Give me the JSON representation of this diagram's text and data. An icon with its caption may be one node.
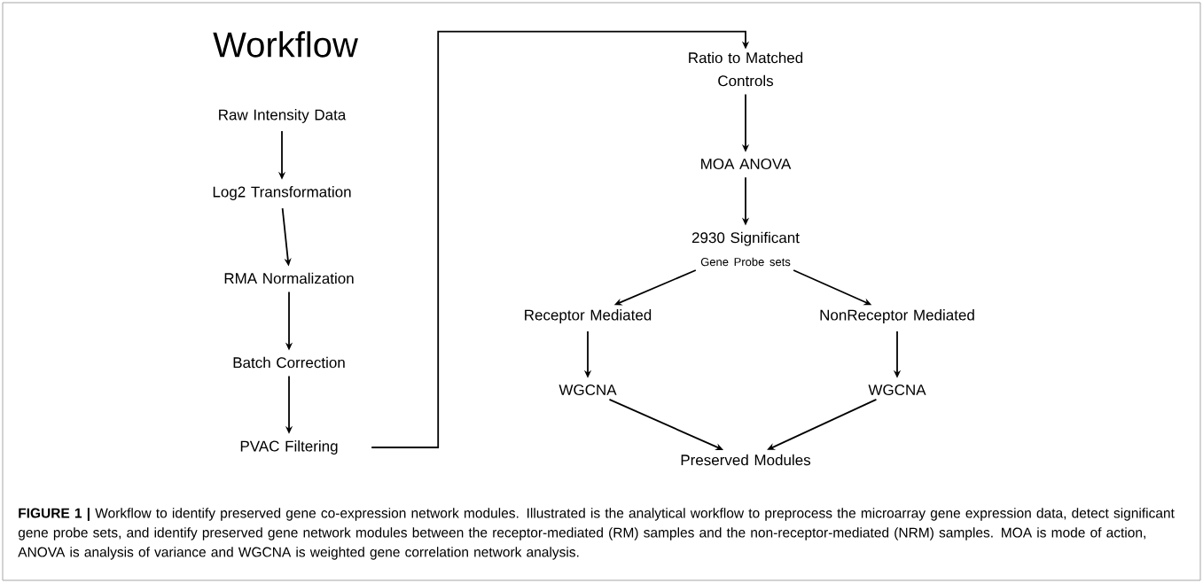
{
  "diagram": {
    "title": "Workflow",
    "caption": "**FIGURE 1 |** Workflow to identify preserved gene co-expression network modules. Illustrated is the analytical workflow to preprocess the microarray gene expression data, detect significant gene probe sets, and identify preserved gene network modules between the receptor-mediated (RM) samples and the non-receptor-mediated (NRM) samples. MOA is mode of action, ANOVA is analysis of variance and WGCNA is weighted gene correlation network analysis.",
    "nodes": [
      {
        "text": [
          "Raw Intensity Data"
        ]
      },
      {
        "text": [
          "Log2 Transformation"
        ]
      },
      {
        "text": [
          "RMA Normalization"
        ]
      },
      {
        "text": [
          "Batch Correction"
        ]
      },
      {
        "text": [
          "PVAC Filtering"
        ]
      },
      {
        "text": [
          "Ratio to Matched Controls"
        ]
      },
      {
        "text": [
          "MOA ANOVA"
        ]
      },
      {
        "text": [
          "2930 Significant",
          "Gene Probe sets"
        ]
      },
      {
        "text": [
          "Receptor Mediated"
        ]
      },
      {
        "text": [
          "NonReceptor Mediated"
        ]
      },
      {
        "text": [
          "WGCNA"
        ]
      },
      {
        "text": [
          "WGCNA"
        ]
      },
      {
        "text": [
          "Preserved Modules"
        ]
      }
    ],
    "edges": [
      {
        "from": 0,
        "to": 1,
        "arrow": "to"
      },
      {
        "from": 1,
        "to": 2,
        "arrow": "to"
      },
      {
        "from": 2,
        "to": 3,
        "arrow": "to"
      },
      {
        "from": 3,
        "to": 4,
        "arrow": "to"
      },
      {
        "from": 4,
        "to": 5,
        "arrow": "to"
      },
      {
        "from": 5,
        "to": 6,
        "arrow": "to"
      },
      {
        "from": 6,
        "to": 7,
        "arrow": "to"
      },
      {
        "from": 7,
        "to": 8,
        "arrow": "to"
      },
      {
        "from": 7,
        "to": 9,
        "arrow": "to"
      },
      {
        "from": 8,
        "to": 10,
        "arrow": "to"
      },
      {
        "from": 9,
        "to": 11,
        "arrow": "to"
      },
      {
        "from": 10,
        "to": 12,
        "arrow": "to"
      },
      {
        "from": 11,
        "to": 12,
        "arrow": "to"
      }
    ]
  }
}
